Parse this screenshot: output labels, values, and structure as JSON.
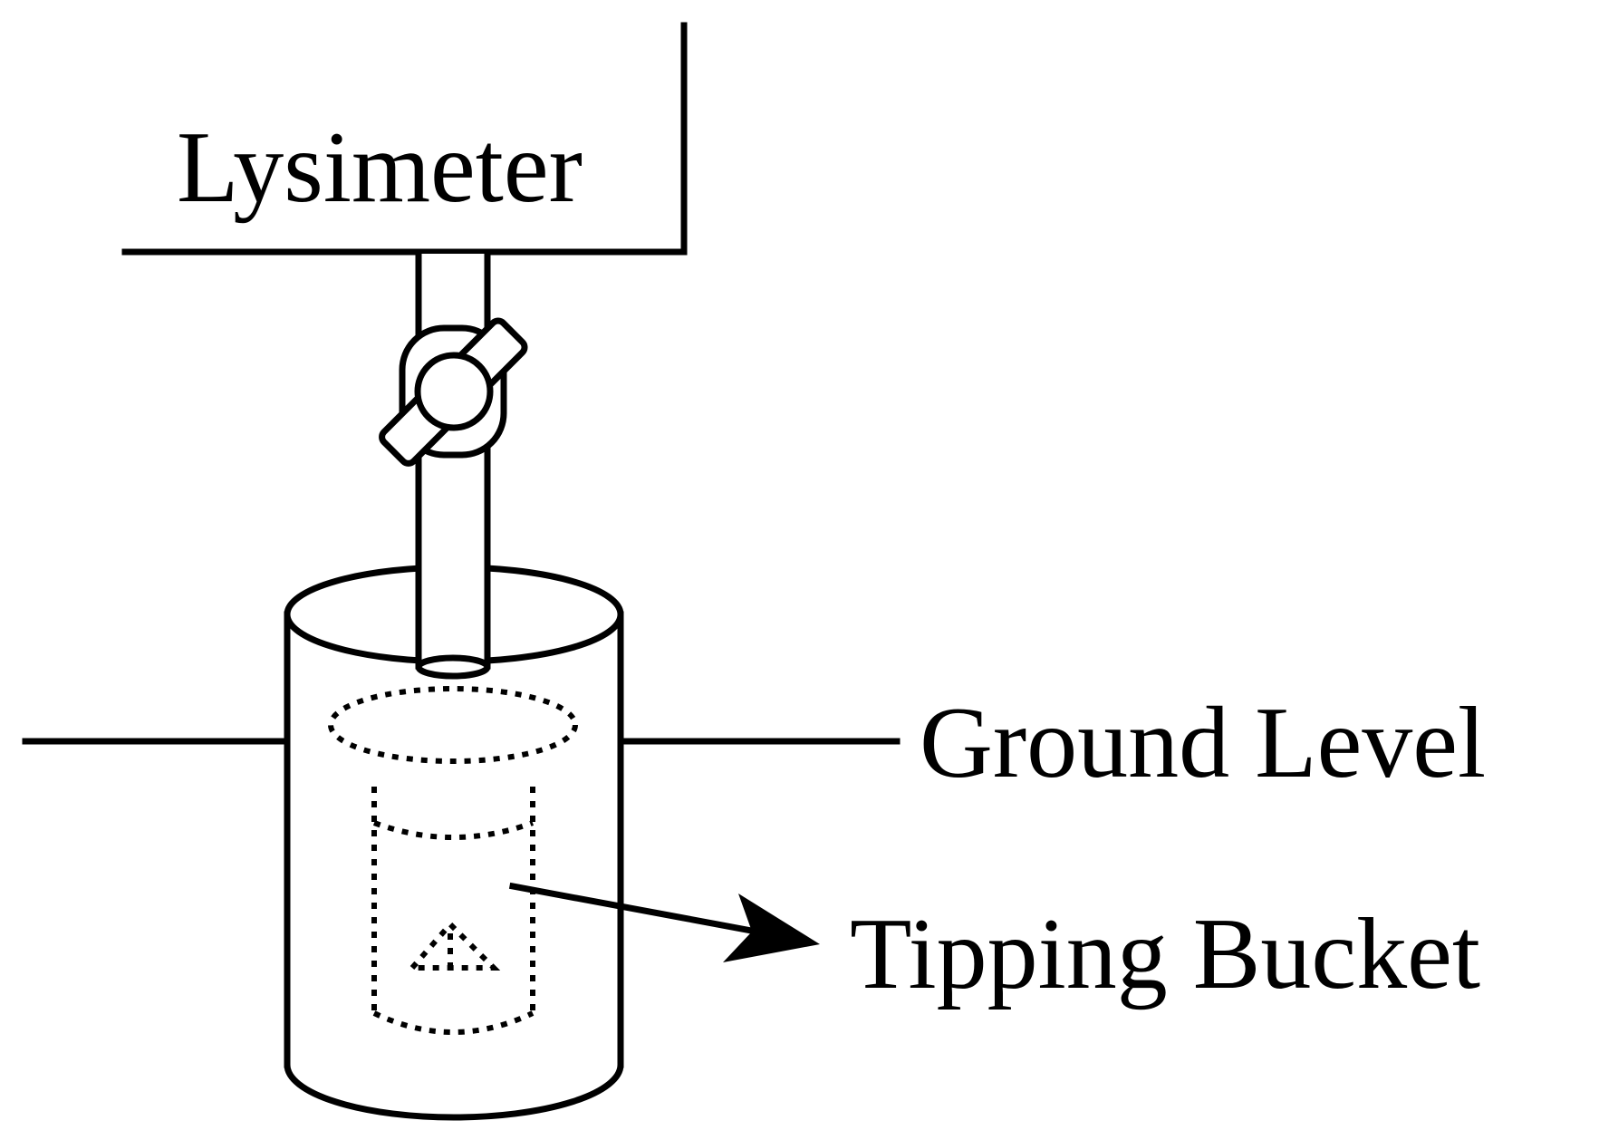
{
  "labels": {
    "lysimeter": "Lysimeter",
    "ground_level": "Ground Level",
    "tipping_bucket": "Tipping Bucket"
  },
  "colors": {
    "line": "#000000",
    "background": "#ffffff"
  }
}
